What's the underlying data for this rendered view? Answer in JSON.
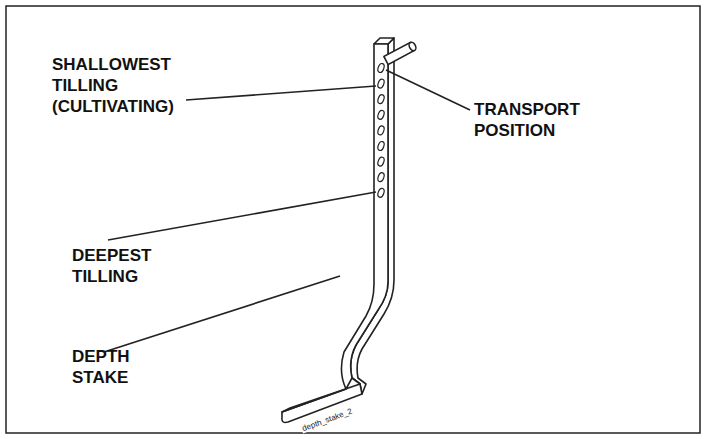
{
  "diagram": {
    "labels": [
      "SHALLOWEST TILLING (CULTIVATING)",
      "TRANSPORT POSITION",
      "DEEPEST TILLING",
      "DEPTH STAKE",
      "depth_stake_2"
    ]
  }
}
